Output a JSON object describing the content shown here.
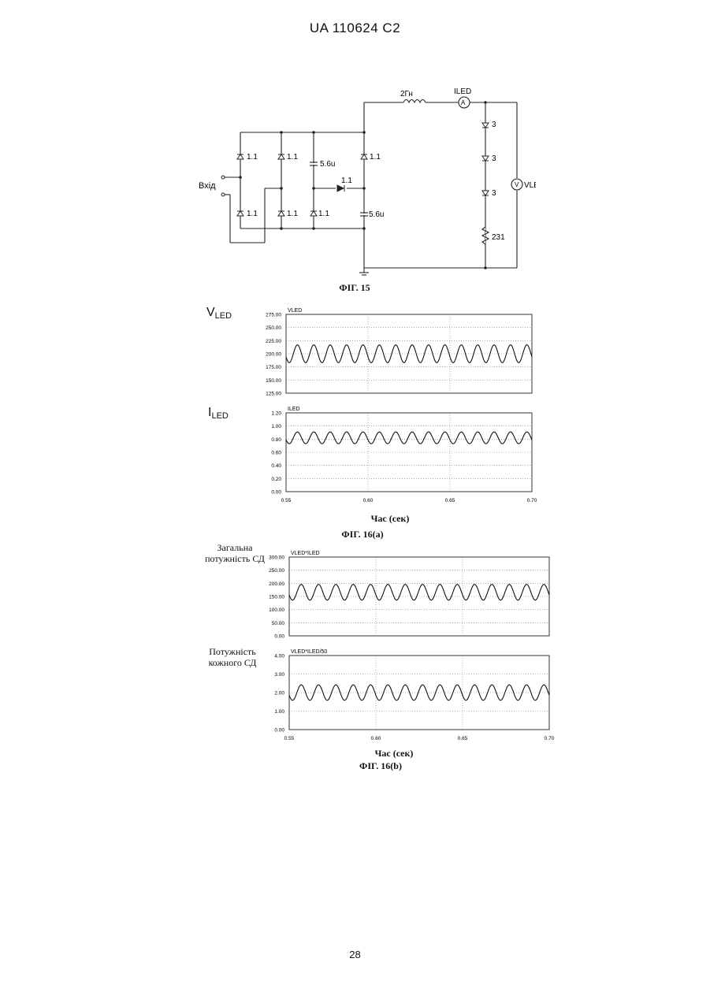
{
  "header": "UA   110624   C2",
  "page_number": "28",
  "fig15": {
    "caption": "ФІГ. 15",
    "input_label": "Вхід",
    "inductor": "2Гн",
    "ammeter": "ILED",
    "ammeter_symbol": "A",
    "voltmeter": "VLED",
    "voltmeter_symbol": "V",
    "diode": "1.1",
    "capacitor": "5.6u",
    "led": "3",
    "resistor": "231"
  },
  "fig16a": {
    "caption": "ФІГ. 16(а)",
    "xlabel": "Час (сек)",
    "top_symbol": {
      "main": "V",
      "sub": "LED"
    },
    "bottom_symbol": {
      "main": "I",
      "sub": "LED"
    }
  },
  "fig16b": {
    "caption": "ФІГ. 16(b)",
    "xlabel": "Час (сек)",
    "top_label_line1": "Загальна",
    "top_label_line2": "потужність СД",
    "bottom_label_line1": "Потужність",
    "bottom_label_line2": "кожного СД"
  },
  "chart_data": [
    {
      "type": "line",
      "id": "vled",
      "title": "VLED",
      "ylim": [
        125,
        275
      ],
      "yticks": [
        "275.00",
        "250.00",
        "225.00",
        "200.00",
        "175.00",
        "150.00",
        "125.00"
      ],
      "xlim": [
        0.55,
        0.7
      ],
      "xticks": [],
      "series": [
        {
          "function": "sinusoid",
          "mean": 200,
          "amplitude": 17,
          "cycles": 15,
          "phase_deg": 200
        }
      ],
      "grid": true
    },
    {
      "type": "line",
      "id": "iled",
      "title": "ILED",
      "ylim": [
        0,
        1.2
      ],
      "yticks": [
        "1.20",
        "1.00",
        "0.80",
        "0.60",
        "0.40",
        "0.20",
        "0.00"
      ],
      "xlim": [
        0.55,
        0.7
      ],
      "xticks": [
        "0.55",
        "0.60",
        "0.65",
        "0.70"
      ],
      "series": [
        {
          "function": "sinusoid",
          "mean": 0.82,
          "amplitude": 0.09,
          "cycles": 15,
          "phase_deg": 200
        }
      ],
      "grid": true
    },
    {
      "type": "line",
      "id": "ptotal",
      "title": "VLED*ILED",
      "ylim": [
        0,
        300
      ],
      "yticks": [
        "300.00",
        "250.00",
        "200.00",
        "150.00",
        "100.00",
        "50.00",
        "0.00"
      ],
      "xlim": [
        0.55,
        0.7
      ],
      "xticks": [],
      "series": [
        {
          "function": "sinusoid",
          "mean": 166,
          "amplitude": 30,
          "cycles": 15,
          "phase_deg": 200
        }
      ],
      "grid": true
    },
    {
      "type": "line",
      "id": "peach",
      "title": "VLED*ILED/50",
      "ylim": [
        0,
        4
      ],
      "yticks": [
        "4.00",
        "3.00",
        "2.00",
        "1.00",
        "0.00"
      ],
      "xlim": [
        0.55,
        0.7
      ],
      "xticks": [
        "0.55",
        "0.60",
        "0.65",
        "0.70"
      ],
      "series": [
        {
          "function": "sinusoid",
          "mean": 2.0,
          "amplitude": 0.42,
          "cycles": 15,
          "phase_deg": 200
        }
      ],
      "grid": true
    }
  ]
}
